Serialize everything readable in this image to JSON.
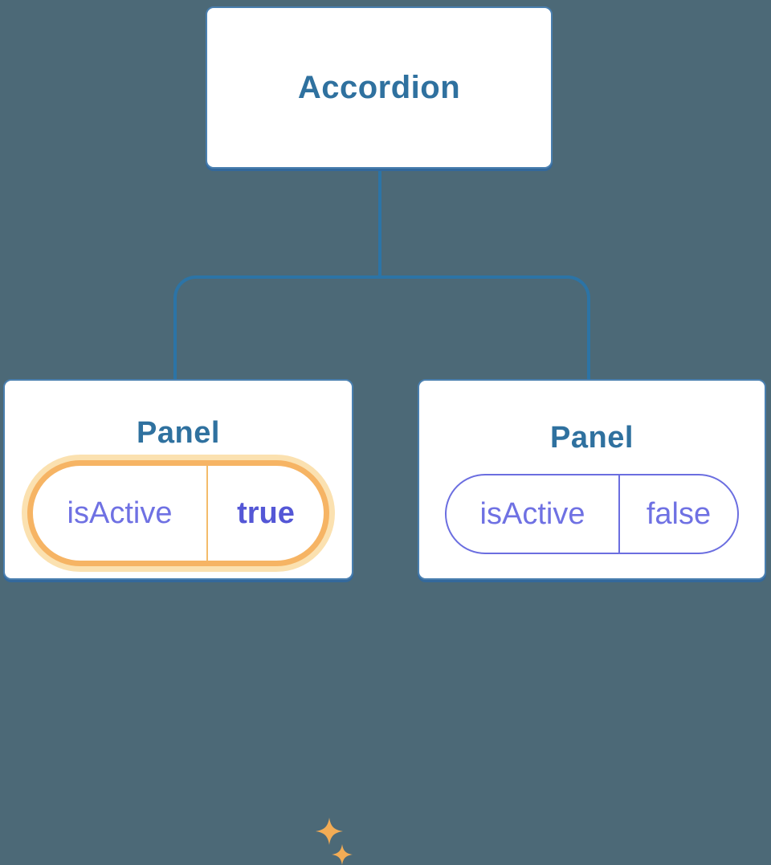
{
  "diagram": {
    "type": "react-component-tree",
    "root": {
      "label": "Accordion"
    },
    "panels": [
      {
        "title": "Panel",
        "prop_name": "isActive",
        "prop_value": "true",
        "highlighted": true,
        "sparkles": true
      },
      {
        "title": "Panel",
        "prop_name": "isActive",
        "prop_value": "false",
        "highlighted": false,
        "sparkles": false
      }
    ]
  },
  "icons": {
    "sparkle": "four-point-star"
  },
  "colors": {
    "background": "#4C6977",
    "card_fill": "#FFFFFF",
    "card_border": "#4A7FAF",
    "card_shadow": "#33689B",
    "connector": "#2C74A6",
    "heading_text": "#2F719F",
    "state_text": "#6F71E3",
    "state_value_active_text": "#5457D6",
    "inactive_pill_border": "#6B6EE0",
    "active_pill_border": "#F6B464",
    "active_pill_halo": "#FBE1B0",
    "sparkle": "#F3AC55"
  }
}
